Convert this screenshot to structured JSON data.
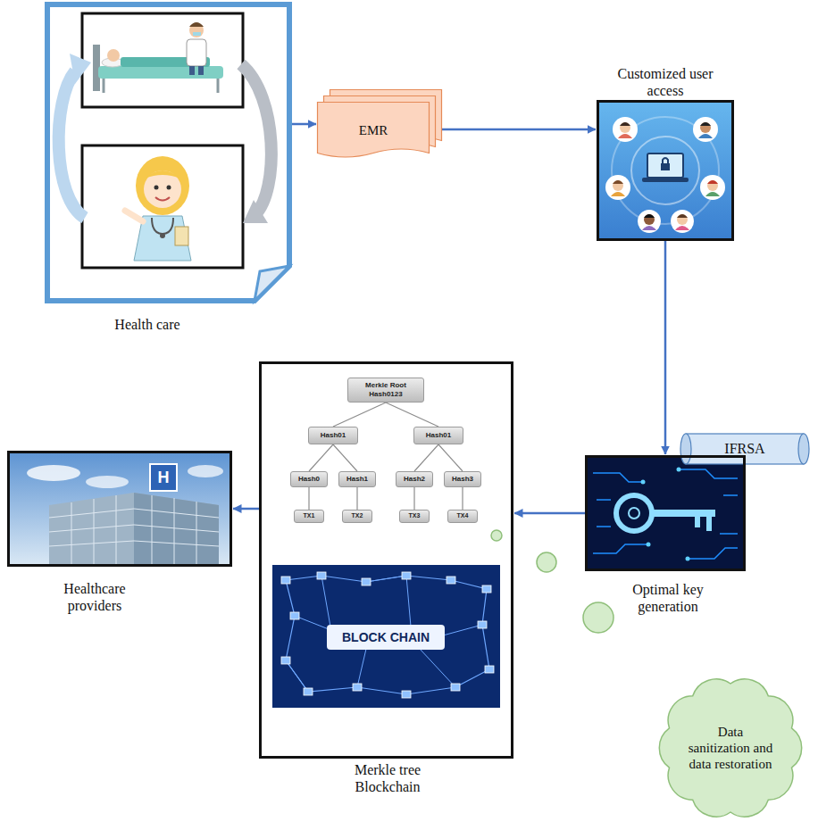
{
  "diagram": {
    "nodes": [
      {
        "text": [
          "Health care"
        ]
      },
      {
        "text": [
          "EMR"
        ]
      },
      {
        "text": [
          "Customized user access"
        ]
      },
      {
        "text": [
          "Healthcare providers"
        ]
      },
      {
        "text": [
          "Merkle tree Blockchain"
        ]
      },
      {
        "text": [
          "Merkle Root Hash0123"
        ],
        "in": 4
      },
      {
        "text": [
          "Hash01"
        ],
        "in": 4
      },
      {
        "text": [
          "Hash01"
        ],
        "in": 4
      },
      {
        "text": [
          "Hash0"
        ],
        "in": 4
      },
      {
        "text": [
          "Hash1"
        ],
        "in": 4
      },
      {
        "text": [
          "Hash2"
        ],
        "in": 4
      },
      {
        "text": [
          "Hash3"
        ],
        "in": 4
      },
      {
        "text": [
          "TX1"
        ],
        "in": 4
      },
      {
        "text": [
          "TX2"
        ],
        "in": 4
      },
      {
        "text": [
          "TX3"
        ],
        "in": 4
      },
      {
        "text": [
          "TX4"
        ],
        "in": 4
      },
      {
        "text": [
          "IFRSA"
        ]
      },
      {
        "text": [
          "Optimal key generation"
        ]
      },
      {
        "text": [
          "Data sanitization and data restoration"
        ]
      }
    ],
    "edges": [
      {
        "from": 0,
        "to": 1,
        "arrow": "to"
      },
      {
        "from": 1,
        "to": 2,
        "arrow": "to"
      },
      {
        "from": 2,
        "to": 17,
        "arrow": "to"
      },
      {
        "from": 17,
        "to": 4,
        "arrow": "to"
      },
      {
        "from": 4,
        "to": 3,
        "arrow": "to"
      },
      {
        "from": 5,
        "to": 6,
        "arrow": "none"
      },
      {
        "from": 5,
        "to": 7,
        "arrow": "none"
      },
      {
        "from": 6,
        "to": 8,
        "arrow": "none"
      },
      {
        "from": 6,
        "to": 9,
        "arrow": "none"
      },
      {
        "from": 7,
        "to": 10,
        "arrow": "none"
      },
      {
        "from": 7,
        "to": 11,
        "arrow": "none"
      },
      {
        "from": 8,
        "to": 12,
        "arrow": "none"
      },
      {
        "from": 9,
        "to": 13,
        "arrow": "none"
      },
      {
        "from": 10,
        "to": 14,
        "arrow": "none"
      },
      {
        "from": 11,
        "to": 15,
        "arrow": "none"
      }
    ],
    "labels": [
      "BLOCK CHAIN",
      "H"
    ]
  }
}
